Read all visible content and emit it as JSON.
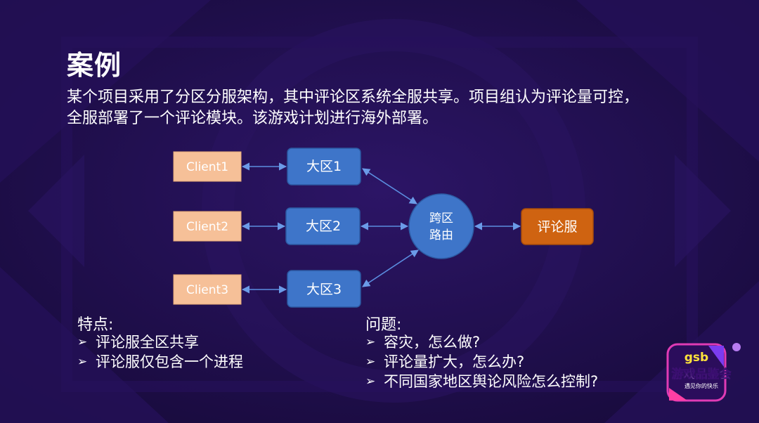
{
  "slide": {
    "title": "案例",
    "description_lines": [
      "某个项目采用了分区分服架构，其中评论区系统全服共享。项目组认为评论量可控，",
      "全服部署了一个评论模块。该游戏计划进行海外部署。"
    ]
  },
  "diagram": {
    "clients": [
      "Client1",
      "Client2",
      "Client3"
    ],
    "zones": [
      "大区1",
      "大区2",
      "大区3"
    ],
    "router_lines": [
      "跨区",
      "路由"
    ],
    "service": "评论服",
    "colors": {
      "client_fill": "#f6c098",
      "zone_fill": "#3e75c9",
      "router_fill": "#3e75c9",
      "service_fill": "#cf6311",
      "connector": "#5b8ee0"
    }
  },
  "features": {
    "heading": "特点:",
    "items": [
      "评论服全区共享",
      "评论服仅包含一个进程"
    ]
  },
  "questions": {
    "heading": "问题:",
    "items": [
      "容灾，怎么做?",
      "评论量扩大，怎么办?",
      "不同国家地区舆论风险怎么控制?"
    ]
  },
  "logo": {
    "mark": "gsb",
    "name": "游戏品鉴会",
    "tagline": "遇见你的快乐"
  }
}
